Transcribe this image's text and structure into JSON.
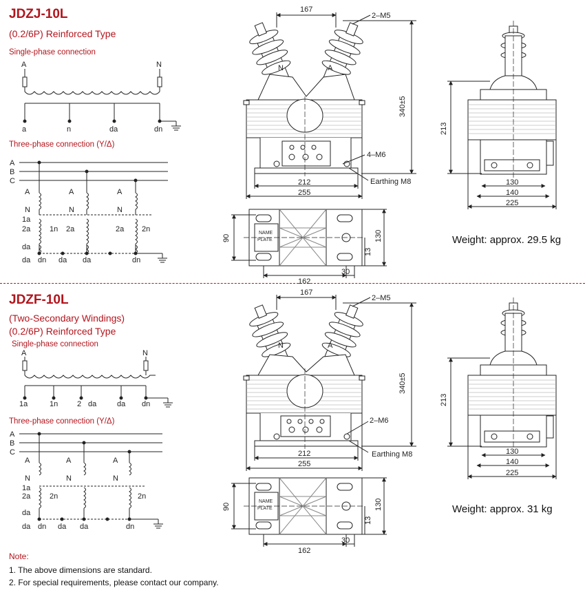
{
  "model1": {
    "title": "JDZJ-10L",
    "subtitle": "(0.2/6P) Reinforced Type",
    "single_phase_label": "Single-phase connection",
    "three_phase_label": "Three-phase connection (Y/Δ)",
    "weight": "Weight: approx. 29.5 kg",
    "single_terms_top": [
      "A",
      "N"
    ],
    "single_terms_bottom": [
      "a",
      "n",
      "da",
      "dn"
    ],
    "three_lines": [
      "A",
      "B",
      "C"
    ],
    "three_labels": [
      "A",
      "N",
      "1a",
      "2a",
      "da",
      "1n",
      "2n"
    ],
    "three_bottom": [
      "da",
      "dn",
      "da",
      "da",
      "dn"
    ]
  },
  "model2": {
    "title": "JDZF-10L",
    "subtitle1": "(Two-Secondary Windings)",
    "subtitle2": "(0.2/6P) Reinforced Type",
    "single_phase_label": "Single-phase connection",
    "three_phase_label": "Three-phase connection (Y/Δ)",
    "weight": "Weight: approx. 31 kg",
    "single_terms_top": [
      "A",
      "N"
    ],
    "single_terms_bottom": [
      "1a",
      "1n",
      "2",
      "da",
      "da",
      "dn"
    ],
    "three_lines": [
      "A",
      "B",
      "C"
    ],
    "three_bottom": [
      "da",
      "dn",
      "da",
      "da",
      "dn"
    ]
  },
  "dims": {
    "d167": "167",
    "m5": "2–M5",
    "h340": "340±5",
    "m6a": "4–M6",
    "m6b": "2–M6",
    "earth": "Earthing M8",
    "d212": "212",
    "d255": "255",
    "d213": "213",
    "d130": "130",
    "d140": "140",
    "d225": "225",
    "d90": "90",
    "d13": "13",
    "d162": "162",
    "d30": "30",
    "nameplate1": "NAME",
    "nameplate2": "PLATE",
    "bushing_A": "A",
    "bushing_N": "N"
  },
  "notes": {
    "heading": "Note:",
    "items": [
      "1.  The above dimensions are standard.",
      "2.  For special requirements, please contact our company."
    ]
  },
  "colors": {
    "accent": "#b3141c",
    "line": "#222222"
  }
}
